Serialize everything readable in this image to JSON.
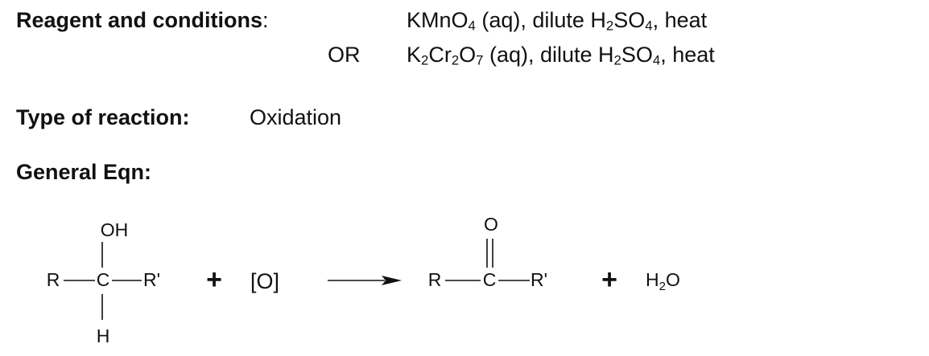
{
  "reagent": {
    "label": "Reagent and conditions",
    "colon": ":",
    "line1": {
      "segments": [
        {
          "t": "KMnO",
          "sub": false
        },
        {
          "t": "4",
          "sub": true
        },
        {
          "t": " (aq), dilute H",
          "sub": false
        },
        {
          "t": "2",
          "sub": true
        },
        {
          "t": "SO",
          "sub": false
        },
        {
          "t": "4",
          "sub": true
        },
        {
          "t": ", heat",
          "sub": false
        }
      ]
    },
    "or_label": "OR",
    "line2": {
      "segments": [
        {
          "t": "K",
          "sub": false
        },
        {
          "t": "2",
          "sub": true
        },
        {
          "t": "Cr",
          "sub": false
        },
        {
          "t": "2",
          "sub": true
        },
        {
          "t": "O",
          "sub": false
        },
        {
          "t": "7",
          "sub": true
        },
        {
          "t": " (aq), dilute H",
          "sub": false
        },
        {
          "t": "2",
          "sub": true
        },
        {
          "t": "SO",
          "sub": false
        },
        {
          "t": "4",
          "sub": true
        },
        {
          "t": ", heat",
          "sub": false
        }
      ]
    }
  },
  "reaction_type": {
    "label": "Type of reaction:",
    "value": "Oxidation"
  },
  "general_eqn": {
    "label": "General Eqn:"
  },
  "equation": {
    "reactant": {
      "top_group": "OH",
      "left_group": "R",
      "center_atom": "C",
      "right_group": "R'",
      "bottom_group": "H"
    },
    "plus1": "+",
    "oxidant": "[O]",
    "product": {
      "top_atom": "O",
      "left_group": "R",
      "center_atom": "C",
      "right_group": "R'"
    },
    "plus2": "+",
    "byproduct": {
      "segments": [
        {
          "t": "H",
          "sub": false
        },
        {
          "t": "2",
          "sub": true
        },
        {
          "t": "O",
          "sub": false
        }
      ]
    }
  },
  "colors": {
    "text": "#111111",
    "background": "#ffffff"
  }
}
